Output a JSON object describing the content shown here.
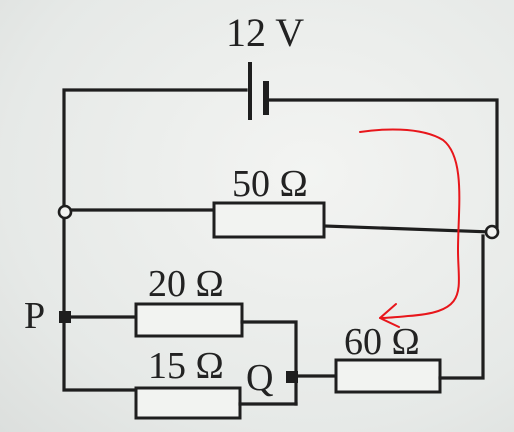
{
  "battery": {
    "label": "12 V"
  },
  "resistors": {
    "r50": {
      "label": "50 Ω"
    },
    "r20": {
      "label": "20 Ω"
    },
    "r15": {
      "label": "15 Ω"
    },
    "r60": {
      "label": "60 Ω"
    }
  },
  "nodes": {
    "p": {
      "label": "P"
    },
    "q": {
      "label": "Q"
    }
  },
  "colors": {
    "wire": "#1e1e1e",
    "annotation": "#e8161b",
    "background": "#e9ecea"
  },
  "annotation": {
    "icon": "red-curved-arrow-icon"
  }
}
